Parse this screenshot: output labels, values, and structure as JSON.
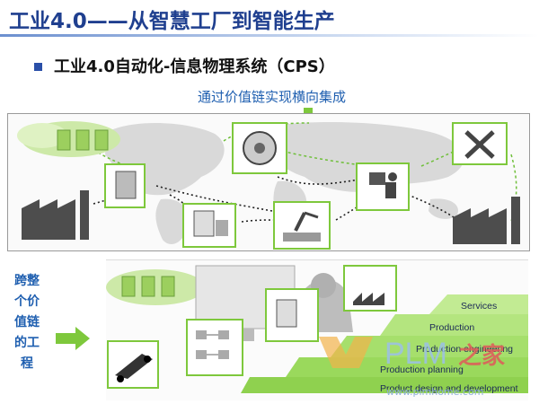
{
  "slide": {
    "title": "工业4.0——从智慧工厂到智能生产",
    "subtitle": "工业4.0自动化-信息物理系统（CPS）",
    "horizontal_label": "通过价值链实现横向集成",
    "vertical_label": "跨整个价值链的工程"
  },
  "stairs": [
    "Services",
    "Production",
    "Production engineering",
    "Production planning",
    "Product design and development"
  ],
  "watermark": {
    "brand": "PLM",
    "brand_cn": "之家",
    "url": "www.plmhome.com"
  },
  "colors": {
    "title": "#1f3f8f",
    "accent_green": "#7ec83c",
    "label_blue": "#1f5fb0"
  }
}
